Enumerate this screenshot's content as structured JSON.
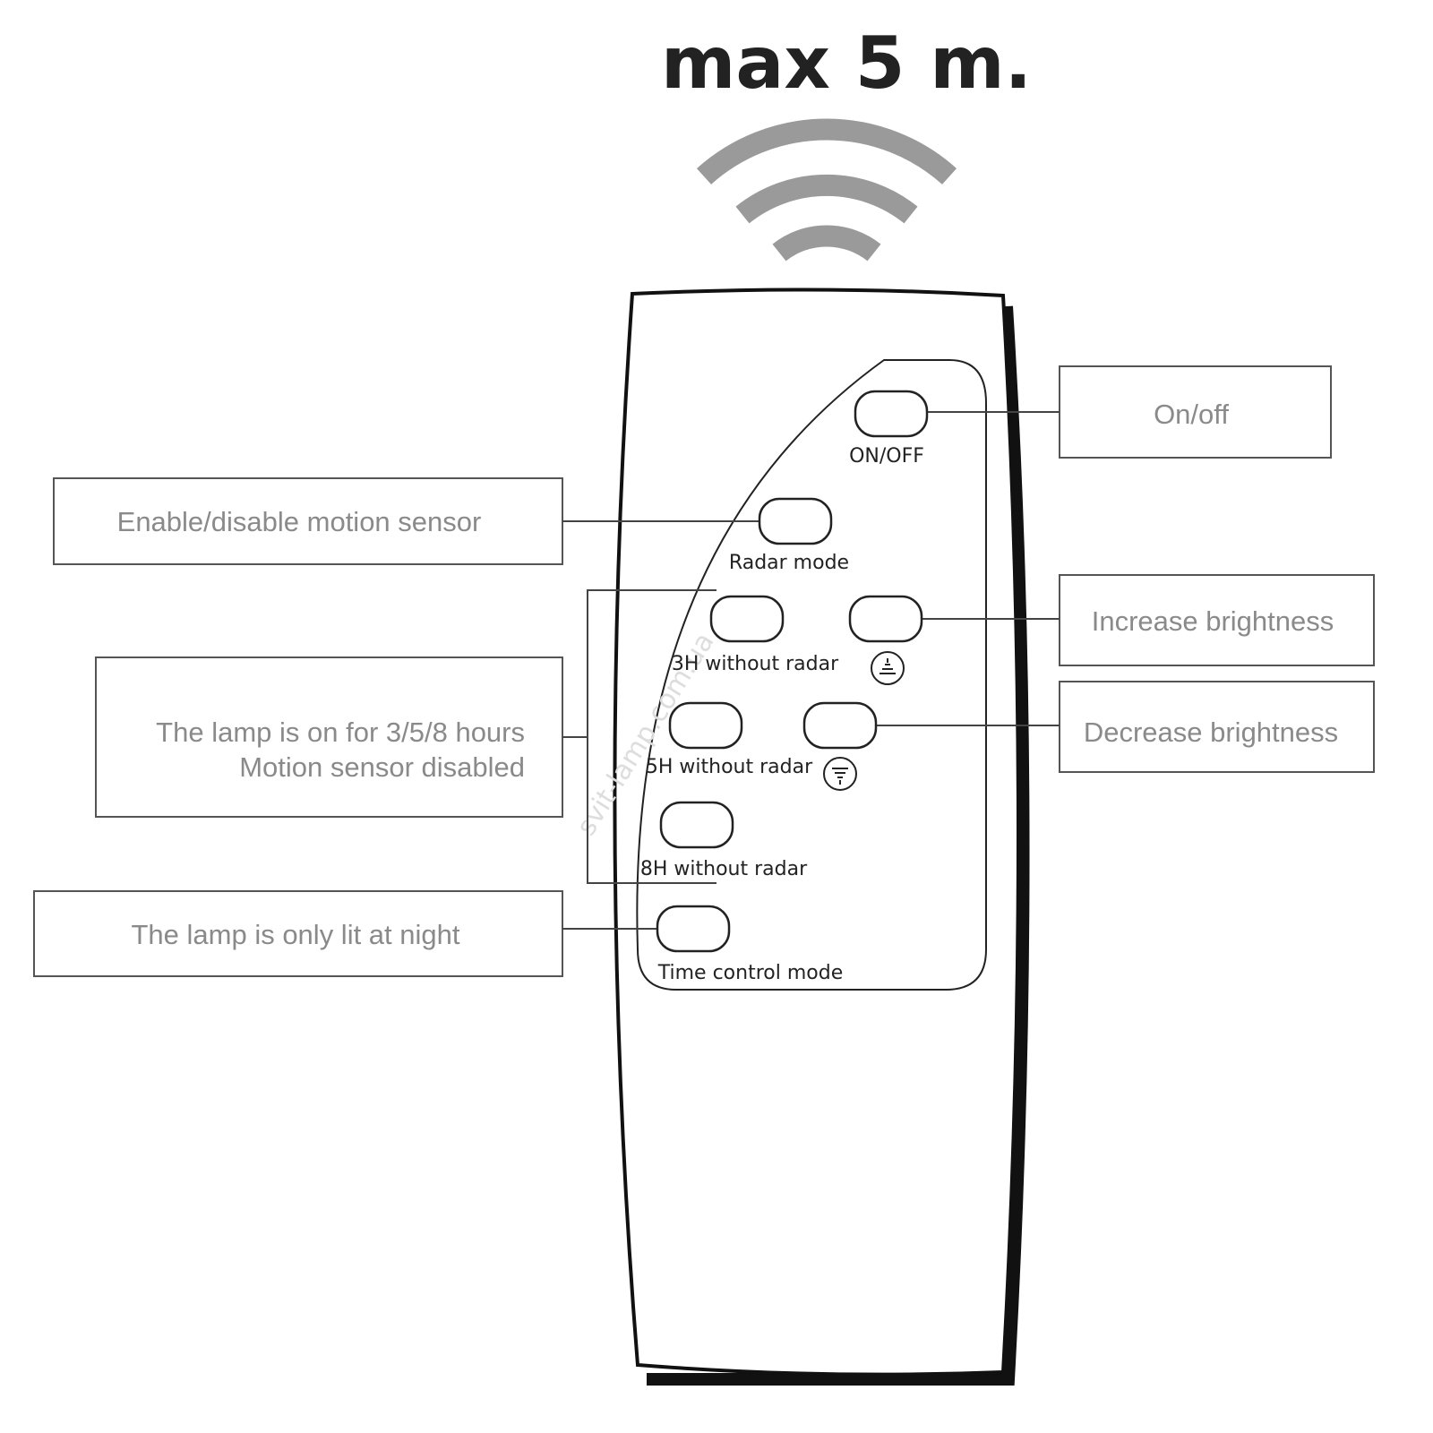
{
  "title": "max 5 m.",
  "buttons": {
    "on_off": "ON/OFF",
    "radar_mode": "Radar mode",
    "three_h": "3H without radar",
    "five_h": "5H without radar",
    "eight_h": "8H without radar",
    "time_control": "Time control mode"
  },
  "callouts": {
    "on_off": "On/off",
    "motion_sensor": "Enable/disable motion sensor",
    "increase": "Increase brightness",
    "decrease": "Decrease brightness",
    "timer_line1": "The lamp is on for 3/5/8 hours",
    "timer_line2": "Motion sensor disabled",
    "night": "The lamp is only lit at night"
  },
  "watermark": "svit-lamp.com.ua",
  "icons": {
    "signal": "wifi-signal-icon",
    "increase": "brightness-increase-icon",
    "decrease": "brightness-decrease-icon"
  },
  "colors": {
    "signal": "#9a9a9a",
    "callout_text": "#8a8a8a",
    "outline": "#222222"
  }
}
